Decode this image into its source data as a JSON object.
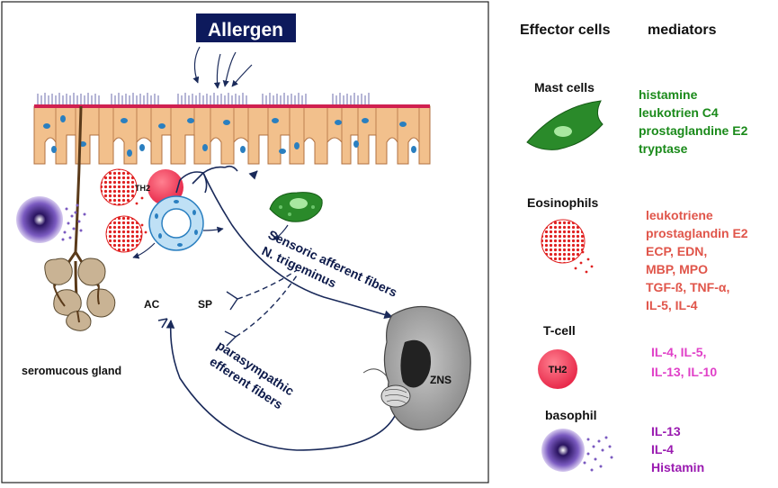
{
  "left_panel": {
    "allergen_label": "Allergen",
    "th2_label": "TH2",
    "pathway_sensory_line1": "Sensoric afferent fibers",
    "pathway_sensory_line2": "N. trigeminus",
    "pathway_para_line1": "parasympathic",
    "pathway_para_line2": "efferent fibers",
    "ac_label": "AC",
    "sp_label": "SP",
    "zns_label": "ZNS",
    "gland_label": "seromucous gland"
  },
  "right_panel": {
    "header_cells": "Effector cells",
    "header_mediators": "mediators",
    "cells": [
      {
        "name": "Mast cells",
        "color": "#1a8a1a",
        "mediators": [
          "histamine",
          "leukotrien C4",
          "prostaglandine E2",
          "tryptase"
        ]
      },
      {
        "name": "Eosinophils",
        "color": "#e0554a",
        "mediators": [
          "leukotriene",
          "prostaglandin E2",
          "ECP, EDN,",
          "MBP, MPO",
          "TGF-ß, TNF-α,",
          "IL-5, IL-4"
        ]
      },
      {
        "name": "T-cell",
        "color": "#e040c8",
        "badge": "TH2",
        "mediators": [
          "IL-4, IL-5,",
          "IL-13, IL-10"
        ]
      },
      {
        "name": "basophil",
        "color": "#9a1ab0",
        "mediators": [
          "IL-13",
          "IL-4",
          "Histamin"
        ]
      }
    ]
  },
  "colors": {
    "epithelium": "#f2c08c",
    "nucleus": "#2a7fc0",
    "allergen_box": "#0d1a5c",
    "nerve": "#1a2a5a",
    "mast_cell": "#3aa83a",
    "eosinophil": "#e02020",
    "th2": "#ee4466"
  }
}
